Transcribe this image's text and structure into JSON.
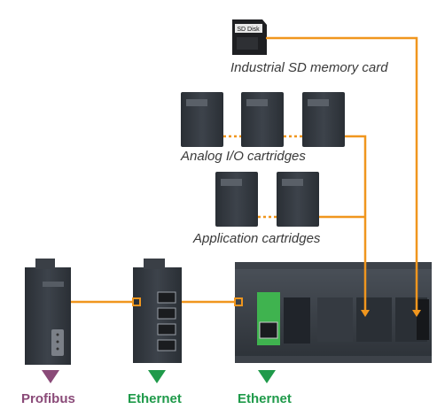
{
  "labels": {
    "sd_card": "Industrial SD memory card",
    "analog_io": "Analog I/O cartridges",
    "application": "Application cartridges"
  },
  "sd_card_text": "SD Disk",
  "ports": [
    {
      "label": "Profibus",
      "color": "#8a4a78"
    },
    {
      "label": "Ethernet",
      "color": "#1f9a4a"
    },
    {
      "label": "Ethernet",
      "color": "#1f9a4a"
    }
  ],
  "colors": {
    "connector": "#f0961e",
    "module_dark": "#2b3036",
    "module_mid": "#4a5058",
    "green_accent": "#3fb34f"
  }
}
